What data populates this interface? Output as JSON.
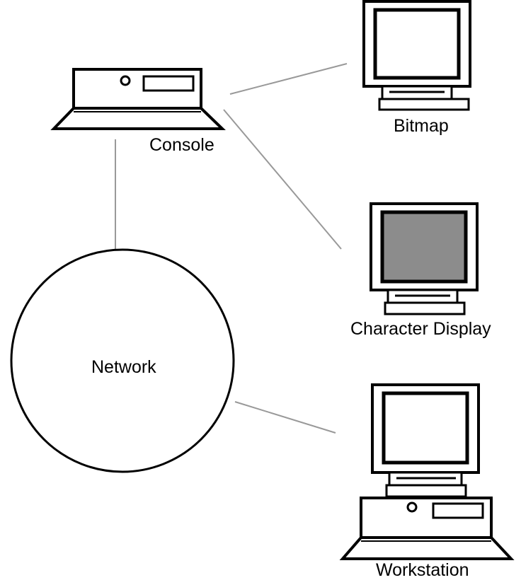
{
  "nodes": {
    "console": {
      "label": "Console"
    },
    "bitmap": {
      "label": "Bitmap"
    },
    "character_display": {
      "label": "Character Display"
    },
    "network": {
      "label": "Network"
    },
    "workstation": {
      "label": "Workstation"
    }
  },
  "edges": [
    {
      "from": "console",
      "to": "bitmap"
    },
    {
      "from": "console",
      "to": "character_display"
    },
    {
      "from": "console",
      "to": "network"
    },
    {
      "from": "network",
      "to": "workstation"
    }
  ],
  "colors": {
    "line": "#000000",
    "connector": "#999999",
    "screen_dark": "#8c8c8c",
    "background": "#ffffff"
  }
}
